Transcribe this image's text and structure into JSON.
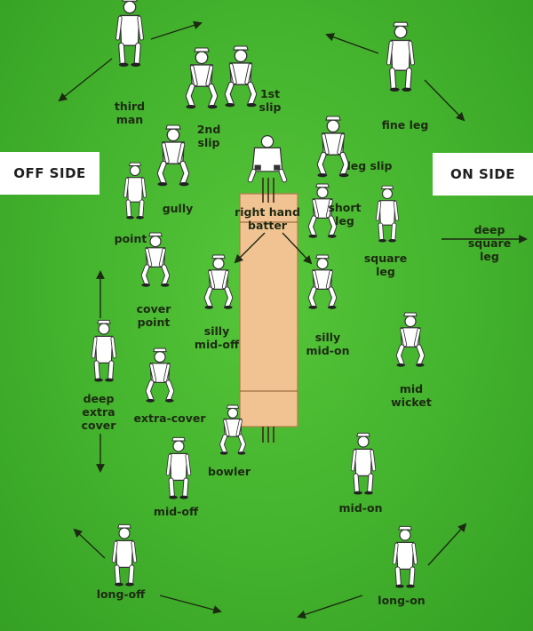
{
  "sides": {
    "off": "OFF SIDE",
    "on": "ON SIDE"
  },
  "batter_label": "right hand\nbatter",
  "colors": {
    "field": "#43b22d",
    "pitch": "#f2c392",
    "player": "#ffffff",
    "ink": "#1d2a12"
  },
  "positions": [
    {
      "id": "third-man",
      "label": "third\nman"
    },
    {
      "id": "second-slip",
      "label": "2nd\nslip"
    },
    {
      "id": "first-slip",
      "label": "1st\nslip"
    },
    {
      "id": "fine-leg",
      "label": "fine leg"
    },
    {
      "id": "leg-slip",
      "label": "leg slip"
    },
    {
      "id": "gully",
      "label": "gully"
    },
    {
      "id": "point",
      "label": "point"
    },
    {
      "id": "short-leg",
      "label": "short\nleg"
    },
    {
      "id": "square-leg",
      "label": "square\nleg"
    },
    {
      "id": "deep-square-leg",
      "label": "deep\nsquare\nleg"
    },
    {
      "id": "cover-point",
      "label": "cover\npoint"
    },
    {
      "id": "silly-mid-off",
      "label": "silly\nmid-off"
    },
    {
      "id": "silly-mid-on",
      "label": "silly\nmid-on"
    },
    {
      "id": "deep-extra-cover",
      "label": "deep\nextra\ncover"
    },
    {
      "id": "extra-cover",
      "label": "extra-cover"
    },
    {
      "id": "mid-wicket",
      "label": "mid\nwicket"
    },
    {
      "id": "bowler",
      "label": "bowler"
    },
    {
      "id": "mid-off",
      "label": "mid-off"
    },
    {
      "id": "mid-on",
      "label": "mid-on"
    },
    {
      "id": "long-off",
      "label": "long-off"
    },
    {
      "id": "long-on",
      "label": "long-on"
    }
  ]
}
